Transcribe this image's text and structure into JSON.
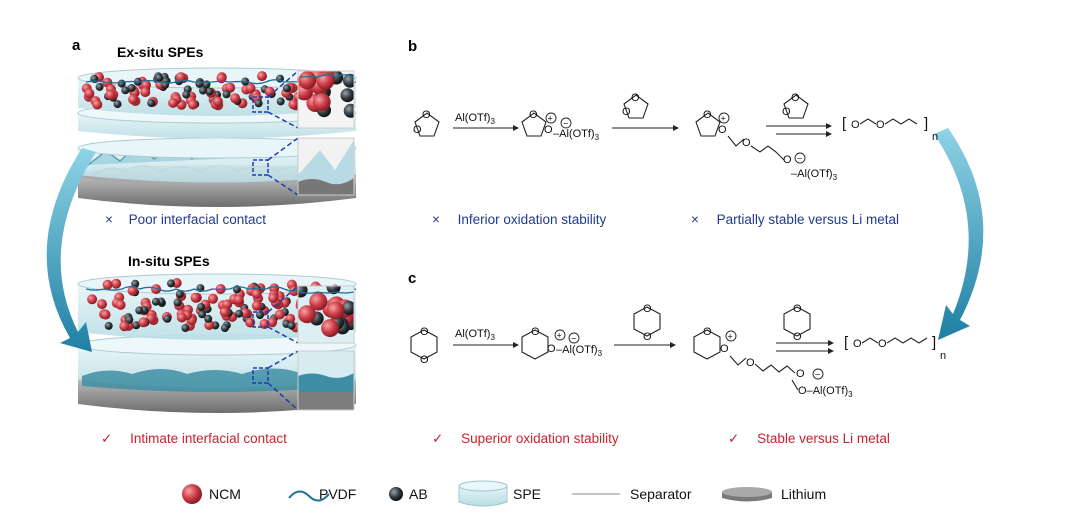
{
  "panel_a": {
    "label": "a",
    "exsitu_title": "Ex-situ SPEs",
    "insitu_title": "In-situ SPEs",
    "exsitu_caption": {
      "mark": "×",
      "text": "Poor interfacial contact",
      "color": "#1f3b8c"
    },
    "insitu_caption": {
      "mark": "✓",
      "text": "Intimate interfacial contact",
      "color": "#cc1f2d"
    }
  },
  "panel_b": {
    "label": "b",
    "catalyst": "Al(OTf)",
    "catalyst_sub": "3",
    "cation_sign": "+",
    "anion_sign": "−",
    "n_label": "n",
    "caption_left": {
      "mark": "×",
      "text": "Inferior oxidation stability"
    },
    "caption_right": {
      "mark": "×",
      "text": "Partially stable versus Li metal"
    }
  },
  "panel_c": {
    "label": "c",
    "catalyst": "Al(OTf)",
    "catalyst_sub": "3",
    "cation_sign": "+",
    "anion_sign": "−",
    "n_label": "n",
    "caption_left": {
      "mark": "✓",
      "text": "Superior oxidation stability"
    },
    "caption_right": {
      "mark": "✓",
      "text": "Stable versus Li metal"
    }
  },
  "legend": [
    {
      "icon": "ncm-sphere-icon",
      "label": "NCM"
    },
    {
      "icon": "pvdf-wave-icon",
      "label": "PVDF"
    },
    {
      "icon": "ab-sphere-icon",
      "label": "AB"
    },
    {
      "icon": "spe-disc-icon",
      "label": "SPE"
    },
    {
      "icon": "separator-line-icon",
      "label": "Separator"
    },
    {
      "icon": "lithium-disc-icon",
      "label": "Lithium"
    }
  ],
  "colors": {
    "ncm": "#d0404a",
    "ab": "#2f3a40",
    "pvdf": "#1f6f9a",
    "spe": "#cfe9ee",
    "lithium": "#8a8a8a",
    "arrow": "#2a8fb0",
    "cross": "#1f3b8c",
    "check": "#cc1f2d",
    "zoom_box": "#1f3bb0"
  }
}
